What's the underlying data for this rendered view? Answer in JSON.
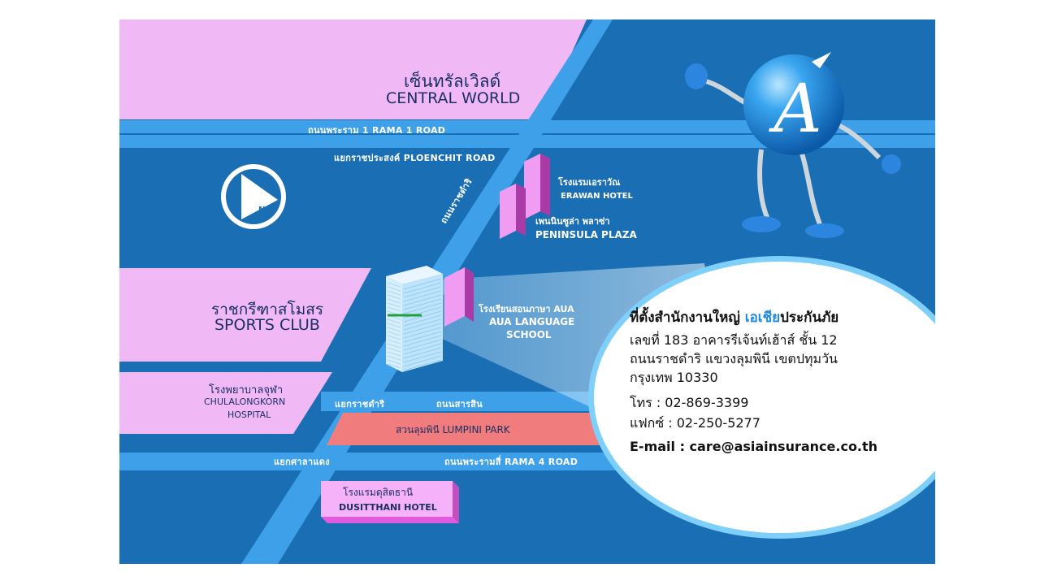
{
  "landmarks": {
    "central_world_th": "เซ็นทรัลเวิลด์",
    "central_world_en": "CENTRAL WORLD",
    "sports_club_th": "ราชกรีฑาสโมสร",
    "sports_club_en": "SPORTS CLUB",
    "hospital_th": "โรงพยาบาลจุฬา",
    "hospital_en_1": "CHULALONGKORN",
    "hospital_en_2": "HOSPITAL",
    "erawan_th": "โรงแรมเอราวัณ",
    "erawan_en": "ERAWAN HOTEL",
    "peninsula_th": "เพนนินซูล่า พลาซ่า",
    "peninsula_en": "PENINSULA PLAZA",
    "aua_th": "โรงเรียนสอนภาษา AUA",
    "aua_en_1": "AUA LANGUAGE",
    "aua_en_2": "SCHOOL",
    "lumpini": "สวนลุมพินี  LUMPINI PARK",
    "dusit_th": "โรงแรมดุสิตธานี",
    "dusit_en": "DUSITTHANI HOTEL"
  },
  "roads": {
    "rama1": "ถนนพระราม 1 RAMA 1 ROAD",
    "ploenchit": "แยกราชประสงค์ PLOENCHIT ROAD",
    "ratchadamri": "ถนนราชดำริ",
    "ratchadamri_junction": "แยกราชดำริ",
    "sarasin": "ถนนสารสิน",
    "saladaeng": "แยกศาลาแดง",
    "rama4": "ถนนพระรามสี่ RAMA 4 ROAD"
  },
  "compass": {
    "letter": "N",
    "icon": "north-arrow-icon"
  },
  "mascot": {
    "logo_letter": "A"
  },
  "info": {
    "title_part1": "ที่ตั้งสำนักงานใหญ่ ",
    "title_brand": "เอเชีย",
    "title_part2": "ประกันภัย",
    "address_1": "เลขที่ 183 อาคารรีเจ้นท์เฮ้าส์ ชั้น 12",
    "address_2": "ถนนราชดำริ แขวงลุมพินี เขตปทุมวัน",
    "address_3": "กรุงเทพ 10330",
    "phone": "โทร :  02-869-3399",
    "fax": "แฟกซ์ :  02-250-5277",
    "email": "E-mail : care@asiainsurance.co.th"
  },
  "colors": {
    "background": "#1a6fb4",
    "road": "#3fa0ea",
    "pink_block": "#f0b9f5",
    "building": "#e05cdd",
    "park": "#f07c7e",
    "brand": "#1e8be0"
  }
}
